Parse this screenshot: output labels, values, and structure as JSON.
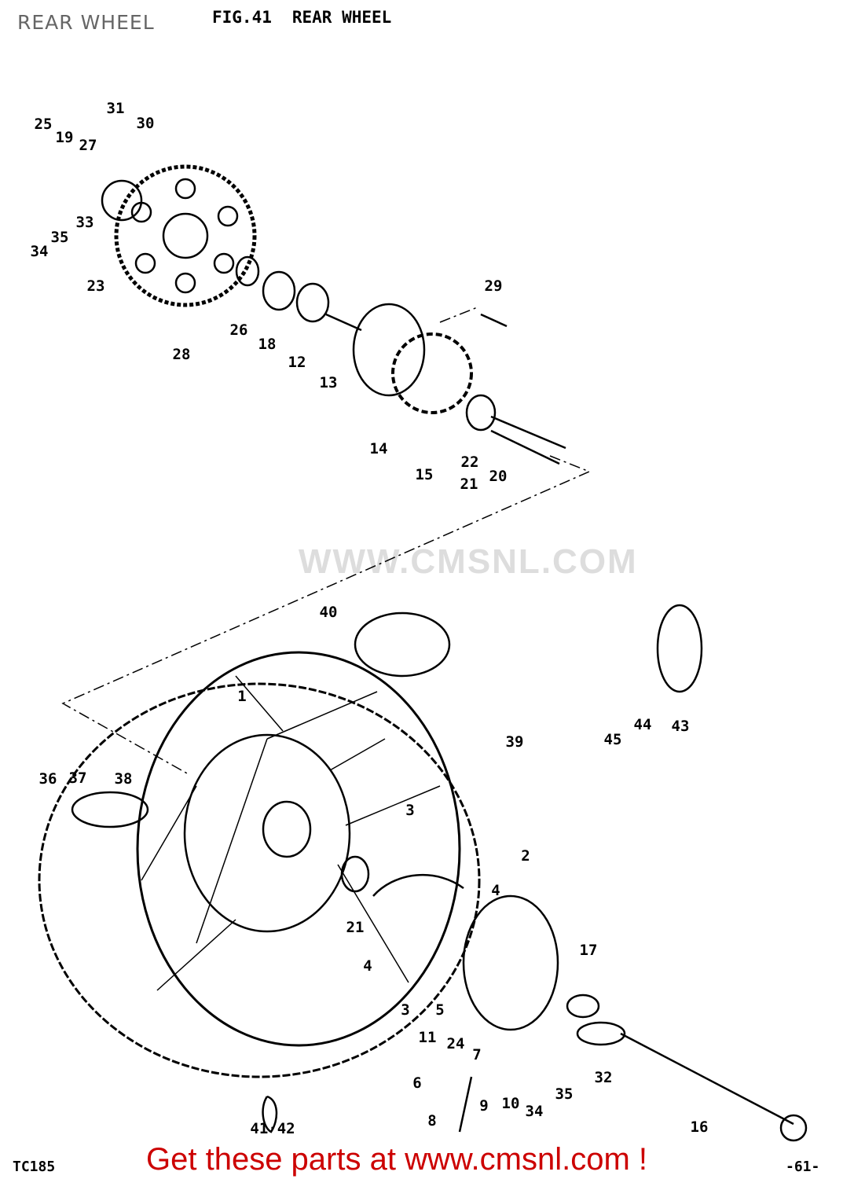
{
  "header": {
    "title": "REAR WHEEL"
  },
  "figure": {
    "number": "FIG.41",
    "title": "REAR WHEEL"
  },
  "watermark": {
    "text": "WWW.CMSNL.COM"
  },
  "part_labels": [
    "25",
    "19",
    "27",
    "31",
    "30",
    "33",
    "35",
    "34",
    "23",
    "26",
    "18",
    "12",
    "13",
    "28",
    "29",
    "14",
    "15",
    "22",
    "21",
    "20",
    "40",
    "1",
    "39",
    "45",
    "44",
    "43",
    "36",
    "37",
    "38",
    "3",
    "2",
    "4",
    "21",
    "17",
    "4",
    "3",
    "5",
    "11",
    "24",
    "7",
    "6",
    "32",
    "35",
    "34",
    "9",
    "10",
    "8",
    "16",
    "41·42"
  ],
  "footer": {
    "model": "TC185",
    "page": "-61-",
    "cta": "Get these parts at www.cmsnl.com !"
  },
  "colors": {
    "cta": "#cc0000",
    "line": "#000000",
    "header": "#666666"
  }
}
